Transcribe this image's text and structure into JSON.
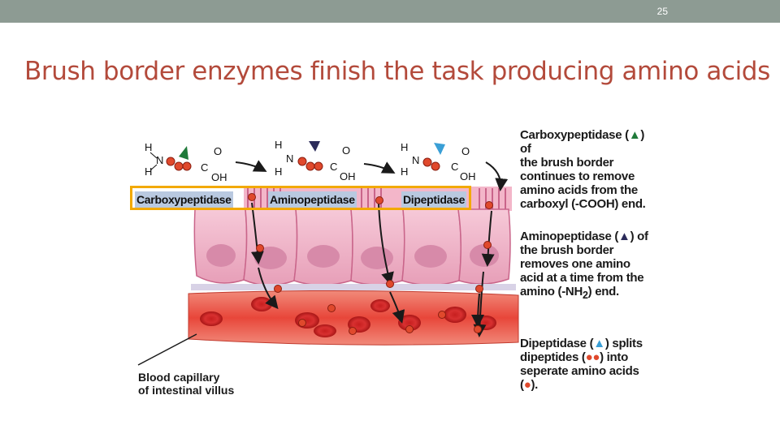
{
  "slide": {
    "number": "25",
    "title": "Brush border enzymes finish the task producing amino acids"
  },
  "diagram": {
    "enzymes": [
      "Carboxypeptidase",
      "Aminopeptidase",
      "Dipeptidase"
    ],
    "capillary_label": [
      "Blood capillary",
      "of intestinal villus"
    ],
    "descriptions": {
      "carboxypeptidase": [
        "Carboxypeptidase (",
        ") of",
        "the brush border",
        "continues to remove",
        "amino acids from the",
        "carboxyl (-COOH) end."
      ],
      "aminopeptidase": [
        "Aminopeptidase (",
        ") of",
        "the brush border",
        "removes one amino",
        "acid at a time from the",
        "amino (-NH",
        "2",
        ") end."
      ],
      "dipeptidase": [
        "Dipeptidase (",
        ") splits",
        "dipeptides (",
        ") into",
        "seperate amino acids",
        "(",
        ")."
      ]
    },
    "chem": {
      "h": "H",
      "n": "N",
      "c": "C",
      "o": "O",
      "oh": "OH"
    },
    "colors": {
      "title": "#b34a3b",
      "topbar": "#8d9b93",
      "enzyme_box": "#f2a900",
      "carboxy_marker": "#1f7a3a",
      "amino_marker": "#2b2b5a",
      "dipep_marker": "#3a9fd6",
      "amino_acid": "#e0492c"
    }
  }
}
